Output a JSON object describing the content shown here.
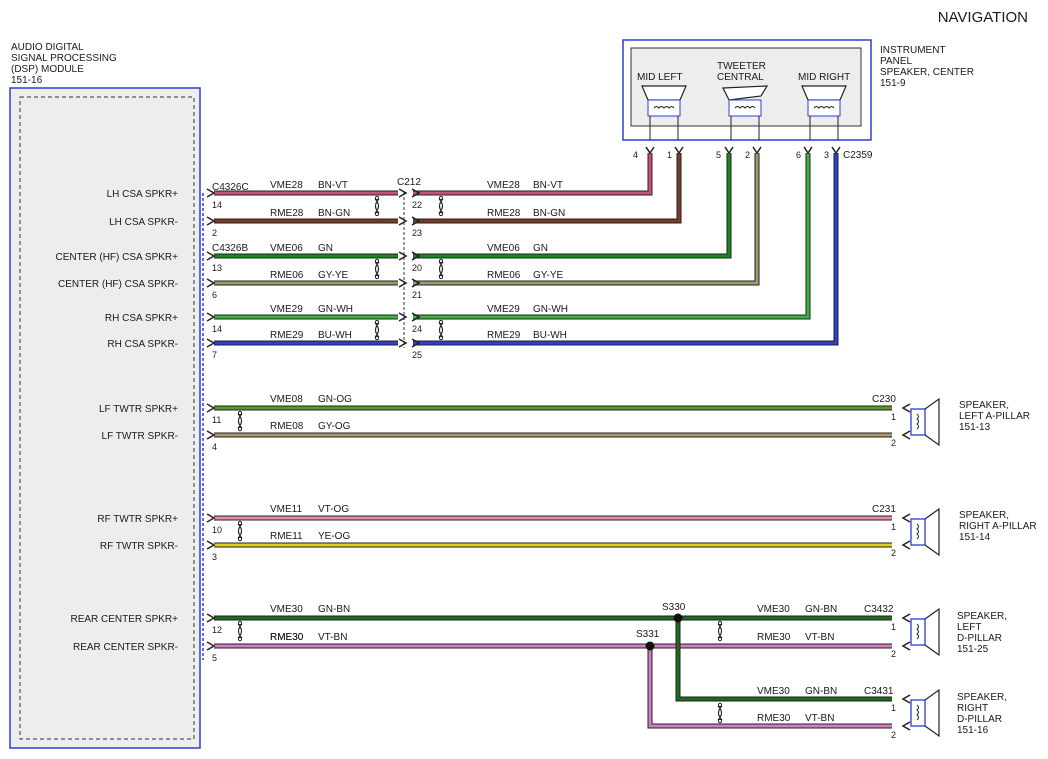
{
  "page_title": "NAVIGATION",
  "dsp_module": {
    "lines": [
      "AUDIO DIGITAL",
      "SIGNAL PROCESSING",
      "(DSP) MODULE",
      "151-16"
    ]
  },
  "connectors": {
    "dsp_a": "C4326C",
    "dsp_b": "C4326B",
    "inline": "C212",
    "ip_speaker": "C2359",
    "left_a_pillar": "C230",
    "right_a_pillar": "C231",
    "left_d_pillar": "C3432",
    "right_d_pillar": "C3431"
  },
  "splices": {
    "s330": "S330",
    "s331": "S331"
  },
  "ip_speaker": {
    "lines": [
      "INSTRUMENT",
      "PANEL",
      "SPEAKER, CENTER",
      "151-9"
    ],
    "mid_left": "MID LEFT",
    "tweeter": [
      "TWEETER",
      "CENTRAL"
    ],
    "mid_right": "MID RIGHT",
    "pins": [
      "4",
      "1",
      "5",
      "2",
      "6",
      "3"
    ]
  },
  "circuits": [
    {
      "label": "LH CSA SPKR+",
      "dsp_pin": "14",
      "c212_pin": "22",
      "circuit": "VME28",
      "color_code": "BN-VT",
      "color": "#c8507a"
    },
    {
      "label": "LH CSA SPKR-",
      "dsp_pin": "2",
      "c212_pin": "23",
      "circuit": "RME28",
      "color_code": "BN-GN",
      "color": "#7a3a25"
    },
    {
      "label": "CENTER (HF) CSA SPKR+",
      "dsp_pin": "13",
      "c212_pin": "20",
      "circuit": "VME06",
      "color_code": "GN",
      "color": "#158a1e"
    },
    {
      "label": "CENTER (HF) CSA SPKR-",
      "dsp_pin": "6",
      "c212_pin": "21",
      "circuit": "RME06",
      "color_code": "GY-YE",
      "color": "#9e9a6a"
    },
    {
      "label": "RH CSA SPKR+",
      "dsp_pin": "14",
      "c212_pin": "24",
      "circuit": "VME29",
      "color_code": "GN-WH",
      "color": "#3cb43c"
    },
    {
      "label": "RH CSA SPKR-",
      "dsp_pin": "7",
      "c212_pin": "25",
      "circuit": "RME29",
      "color_code": "BU-WH",
      "color": "#2b3fd6"
    },
    {
      "label": "LF TWTR SPKR+",
      "dsp_pin": "11",
      "circuit": "VME08",
      "color_code": "GN-OG",
      "color": "#5a9a2a",
      "spk_pin": "1"
    },
    {
      "label": "LF TWTR SPKR-",
      "dsp_pin": "4",
      "circuit": "RME08",
      "color_code": "GY-OG",
      "color": "#b4956a",
      "spk_pin": "2"
    },
    {
      "label": "RF TWTR SPKR+",
      "dsp_pin": "10",
      "circuit": "VME11",
      "color_code": "VT-OG",
      "color": "#ea8aa8",
      "spk_pin": "1"
    },
    {
      "label": "RF TWTR SPKR-",
      "dsp_pin": "3",
      "circuit": "RME11",
      "color_code": "YE-OG",
      "color": "#dcd21e",
      "spk_pin": "2"
    },
    {
      "label": "REAR CENTER SPKR+",
      "dsp_pin": "12",
      "circuit": "VME30",
      "color_code": "GN-BN",
      "color": "#1f6a1f",
      "spk_pin": "1"
    },
    {
      "label": "REAR CENTER SPKR-",
      "dsp_pin": "5",
      "circuit": "RME30",
      "color_code": "VT-BN",
      "color": "#d77ac7",
      "spk_pin": "2"
    }
  ],
  "rear_right_circuits": [
    {
      "circuit": "VME30",
      "color_code": "GN-BN",
      "spk_pin": "1"
    },
    {
      "circuit": "RME30",
      "color_code": "VT-BN",
      "spk_pin": "2"
    }
  ],
  "speakers": {
    "left_a_pillar": [
      "SPEAKER,",
      "LEFT A-PILLAR",
      "151-13"
    ],
    "right_a_pillar": [
      "SPEAKER,",
      "RIGHT A-PILLAR",
      "151-14"
    ],
    "left_d_pillar": [
      "SPEAKER,",
      "LEFT",
      "D-PILLAR",
      "151-25"
    ],
    "right_d_pillar": [
      "SPEAKER,",
      "RIGHT",
      "D-PILLAR",
      "151-16"
    ]
  },
  "colors": {
    "module_border": "#2b3fd6",
    "outline": "#333333"
  }
}
